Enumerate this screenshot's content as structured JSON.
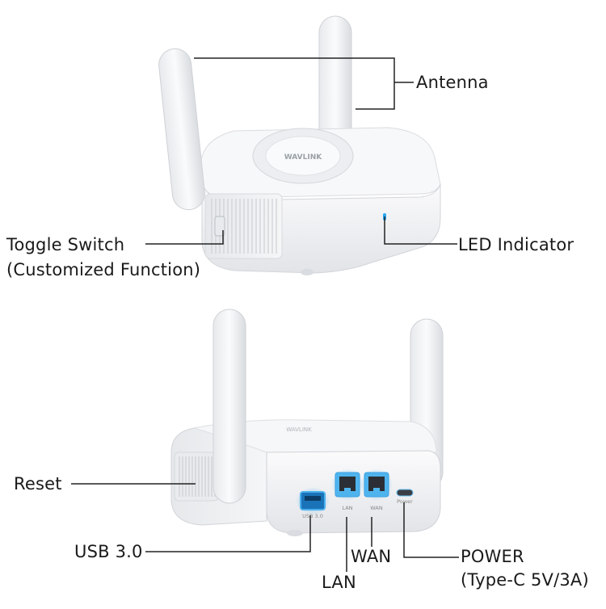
{
  "brand": "WAVLINK",
  "callouts": {
    "antenna": "Antenna",
    "toggle_line1": "Toggle Switch",
    "toggle_line2": "(Customized Function)",
    "led": "LED Indicator",
    "reset": "Reset",
    "usb": "USB 3.0",
    "lan": "LAN",
    "wan": "WAN",
    "power_line1": "POWER",
    "power_line2": "(Type-C 5V/3A)"
  },
  "port_labels": {
    "usb": "USB 3.0",
    "lan": "LAN",
    "wan": "WAN",
    "power": "Power"
  },
  "colors": {
    "body": "#f3f4f6",
    "shade": "#dfe1e5",
    "port_glow": "#5ab8f0",
    "led": "#2aa8f5",
    "leader": "#222222"
  }
}
